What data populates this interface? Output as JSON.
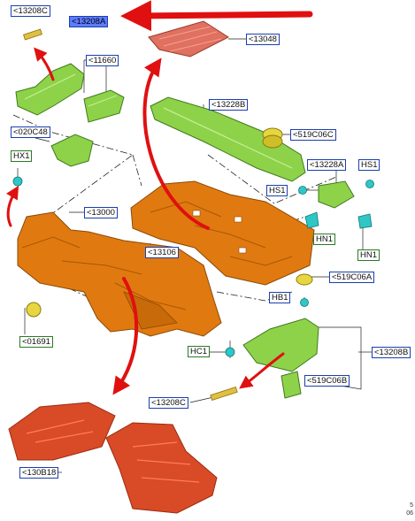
{
  "labels": {
    "p13208C_top": "<13208C",
    "p13208A_top": "<13208A",
    "p13048": "<13048",
    "p11660": "<11660",
    "p020C48": "<020C48",
    "hx1": "HX1",
    "p13000": "<13000",
    "p13228B": "<13228B",
    "p519C06C": "<519C06C",
    "p13228A": "<13228A",
    "hs1_right": "HS1",
    "hs1_left": "HS1",
    "hn1_a": "HN1",
    "hn1_b": "HN1",
    "p13106": "<13106",
    "p519C06A": "<519C06A",
    "hb1": "HB1",
    "p01691": "<01691",
    "hc1": "HC1",
    "p13208B": "<13208B",
    "p519C06B": "<519C06B",
    "p13208C_bot": "<13208C",
    "p130B18": "<130B18"
  },
  "footer": {
    "line1": "5",
    "line2": "06"
  },
  "colors": {
    "label_blue": "#1a3fb0",
    "label_green": "#2a7a24",
    "highlight": "#5d7bff",
    "arrow_red": "#e01010",
    "part_orange": "#e07a10",
    "part_green": "#8ed24a",
    "mat_red": "#d94a26",
    "fastener_teal": "#2fc6c6",
    "plug_yellow": "#e8d640"
  }
}
